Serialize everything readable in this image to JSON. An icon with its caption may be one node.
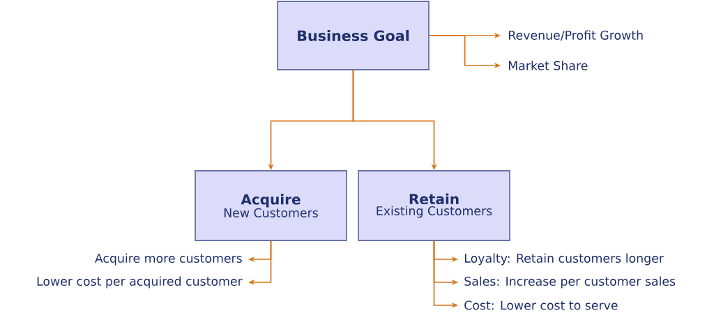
{
  "diagram": {
    "nodes": [
      {
        "text": [
          "Business Goal"
        ]
      },
      {
        "text": [
          "Revenue/Profit Growth"
        ]
      },
      {
        "text": [
          "Market Share"
        ]
      },
      {
        "text": [
          "Acquire",
          "New Customers"
        ]
      },
      {
        "text": [
          "Retain",
          "Existing Customers"
        ]
      },
      {
        "text": [
          "Acquire more customers"
        ]
      },
      {
        "text": [
          "Lower cost per acquired customer"
        ]
      },
      {
        "text": [
          "Loyalty: Retain customers longer"
        ]
      },
      {
        "text": [
          "Sales: Increase per customer sales"
        ]
      },
      {
        "text": [
          "Cost: Lower cost to serve"
        ]
      }
    ],
    "edges": [
      {
        "from": 0,
        "to": 1,
        "arrow": "to"
      },
      {
        "from": 0,
        "to": 2,
        "arrow": "to"
      },
      {
        "from": 0,
        "to": 3,
        "arrow": "to"
      },
      {
        "from": 0,
        "to": 4,
        "arrow": "to"
      },
      {
        "from": 3,
        "to": 5,
        "arrow": "to"
      },
      {
        "from": 3,
        "to": 6,
        "arrow": "to"
      },
      {
        "from": 4,
        "to": 7,
        "arrow": "to"
      },
      {
        "from": 4,
        "to": 8,
        "arrow": "to"
      },
      {
        "from": 4,
        "to": 9,
        "arrow": "to"
      }
    ]
  }
}
